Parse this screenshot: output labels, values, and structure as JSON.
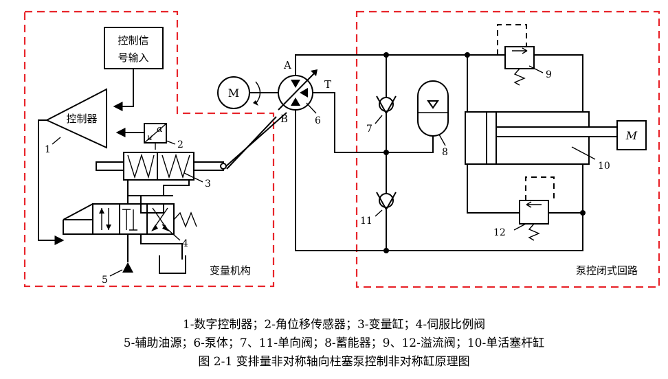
{
  "blocks": {
    "signal_input": "控制信号输入",
    "signal_input_line1": "控制信",
    "signal_input_line2": "号输入",
    "controller": "控制器",
    "motor_left": "M",
    "motor_right": "M",
    "sensor_alpha": "α",
    "sensor_u": "u"
  },
  "ports": {
    "a": "A",
    "b": "B",
    "t": "T"
  },
  "numbers": [
    "1",
    "2",
    "3",
    "4",
    "5",
    "6",
    "7",
    "8",
    "9",
    "10",
    "11",
    "12"
  ],
  "regions": {
    "variable_mechanism": "变量机构",
    "pump_closed_loop": "泵控闭式回路"
  },
  "caption": {
    "line1": "1-数字控制器；2-角位移传感器；3-变量缸；4-伺服比例阀",
    "line2": "5-辅助油源；6-泵体；7、11-单向阀；8-蓄能器；9、12-溢流阀；10-单活塞杆缸",
    "line3": "图 2-1  变排量非对称轴向柱塞泵控制非对称缸原理图"
  }
}
